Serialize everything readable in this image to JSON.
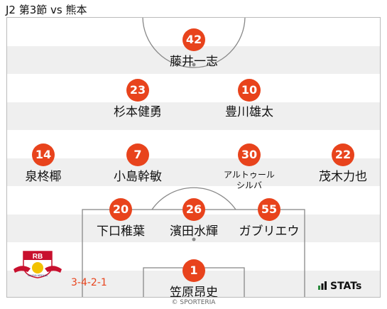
{
  "header": {
    "title": "J2 第3節 vs 熊本"
  },
  "formation": "3-4-2-1",
  "colors": {
    "number_badge": "#e8431c",
    "stripe_light": "#ffffff",
    "stripe_dark": "#efefef",
    "pitch_line": "#888888"
  },
  "players": [
    {
      "number": "42",
      "name": "藤井一志"
    },
    {
      "number": "23",
      "name": "杉本健勇"
    },
    {
      "number": "10",
      "name": "豊川雄太"
    },
    {
      "number": "14",
      "name": "泉柊椰"
    },
    {
      "number": "7",
      "name": "小島幹敏"
    },
    {
      "number": "30",
      "name": "アルトゥール",
      "name2": "シルバ"
    },
    {
      "number": "22",
      "name": "茂木力也"
    },
    {
      "number": "20",
      "name": "下口稚葉"
    },
    {
      "number": "26",
      "name": "濱田水輝"
    },
    {
      "number": "55",
      "name": "ガブリエウ"
    },
    {
      "number": "1",
      "name": "笠原昂史"
    }
  ],
  "logo": {
    "text": "RB",
    "ring_text": "OMIYA ARDIJA",
    "icon": "red-bull-crest-icon"
  },
  "stats_brand": {
    "label": "STATs",
    "icon": "stats-bars-icon"
  },
  "copyright": "© SPORTERIA"
}
